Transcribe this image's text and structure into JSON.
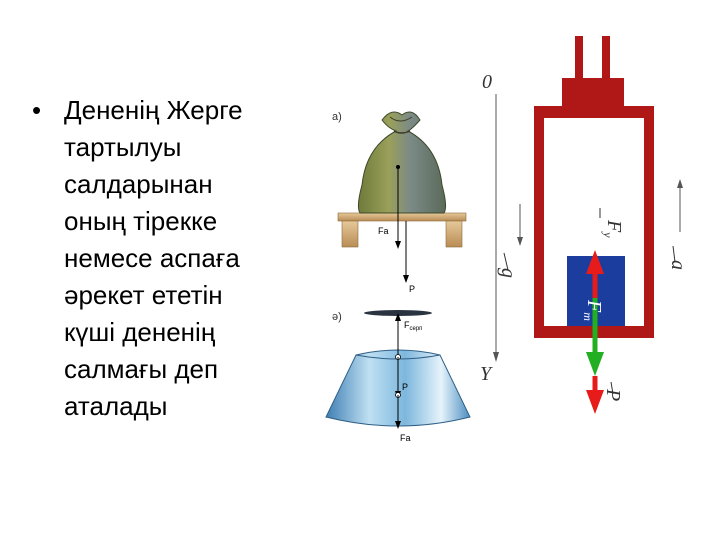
{
  "text": {
    "bullet": "•",
    "lines": [
      "Дененің Жерге",
      "тартылуы",
      "салдарынан",
      "оның тірекке",
      "немесе аспаға",
      "әрекет ететін",
      "күші дененің",
      "салмағы деп",
      "аталады"
    ]
  },
  "figure_bag": {
    "label_a": "а)",
    "force_fa": "Fa",
    "force_p": "P"
  },
  "figure_lamp": {
    "label_ae": "ә)",
    "force_f": "F",
    "force_f_sub": "серп",
    "force_p": "P",
    "force_fa": "Fa"
  },
  "figure_elevator": {
    "axis_zero": "0",
    "axis_y": "Y",
    "vec_g": "g",
    "vec_a": "a",
    "vec_fy": "F",
    "vec_fy_sub": "у",
    "vec_ft": "F",
    "vec_ft_sub": "т",
    "vec_p": "P"
  },
  "colors": {
    "elevator_frame": "#b01818",
    "block": "#1a3d9e",
    "arrow_up": "#e81b1b",
    "arrow_green": "#22b022",
    "arrow_down": "#e81b1b"
  }
}
